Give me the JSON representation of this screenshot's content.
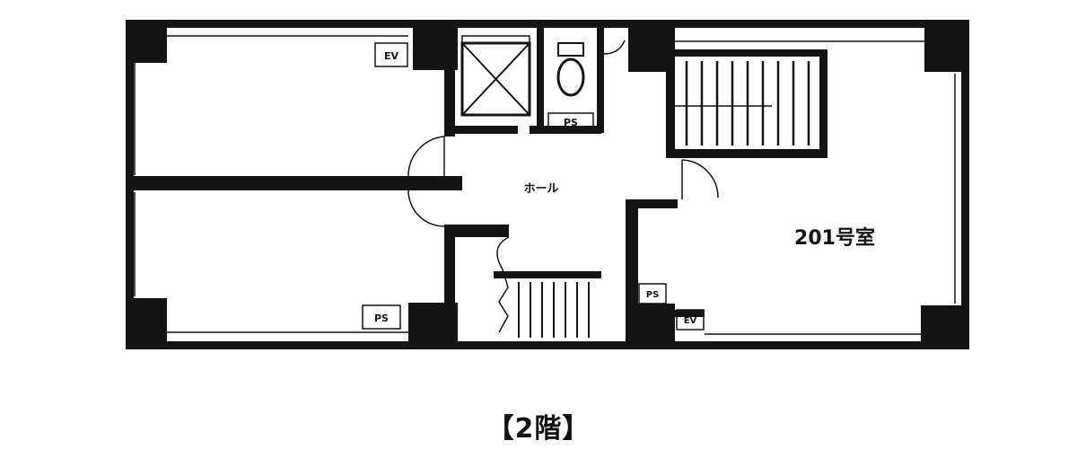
{
  "plan": {
    "room_label": "201号室",
    "hall_label": "ホール",
    "ps_label": "PS",
    "ac_label_left": "EV",
    "small_tag_1": "EV",
    "small_tag_2": "PS",
    "small_tag_3": "PS",
    "small_tag_4": "EV"
  },
  "caption": "【2階】",
  "colors": {
    "ink": "#141414",
    "paper": "#ffffff"
  }
}
